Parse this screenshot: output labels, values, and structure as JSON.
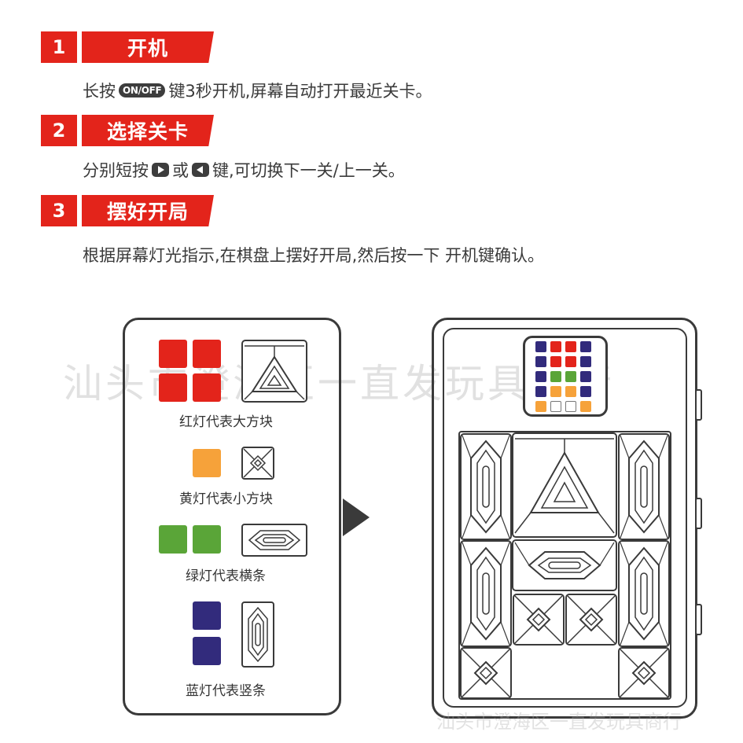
{
  "steps": [
    {
      "num": "1",
      "title": "开机",
      "desc_before": "长按",
      "key": "ON/OFF",
      "desc_after": "键3秒开机,屏幕自动打开最近关卡。"
    },
    {
      "num": "2",
      "title": "选择关卡",
      "desc_before": "分别短按",
      "desc_mid": "或",
      "desc_after": "键,可切换下一关/上一关。"
    },
    {
      "num": "3",
      "title": "摆好开局",
      "desc": "根据屏幕灯光指示,在棋盘上摆好开局,然后按一下 开机键确认。"
    }
  ],
  "legend": {
    "red": "红灯代表大方块",
    "yellow": "黄灯代表小方块",
    "green": "绿灯代表横条",
    "blue": "蓝灯代表竖条"
  },
  "colors": {
    "red": "#e3241b",
    "yellow": "#f6a23a",
    "green": "#5aa538",
    "blue": "#322b7c"
  },
  "screen_grid": [
    [
      "blue",
      "red",
      "red",
      "blue"
    ],
    [
      "blue",
      "red",
      "red",
      "blue"
    ],
    [
      "blue",
      "green",
      "green",
      "blue"
    ],
    [
      "blue",
      "orange",
      "orange",
      "blue"
    ],
    [
      "orange",
      "white",
      "white",
      "orange"
    ]
  ],
  "watermark": "汕头市澄海区一直发玩具商行",
  "watermark_bottom": "汕头市澄海区一直发玩具商行"
}
